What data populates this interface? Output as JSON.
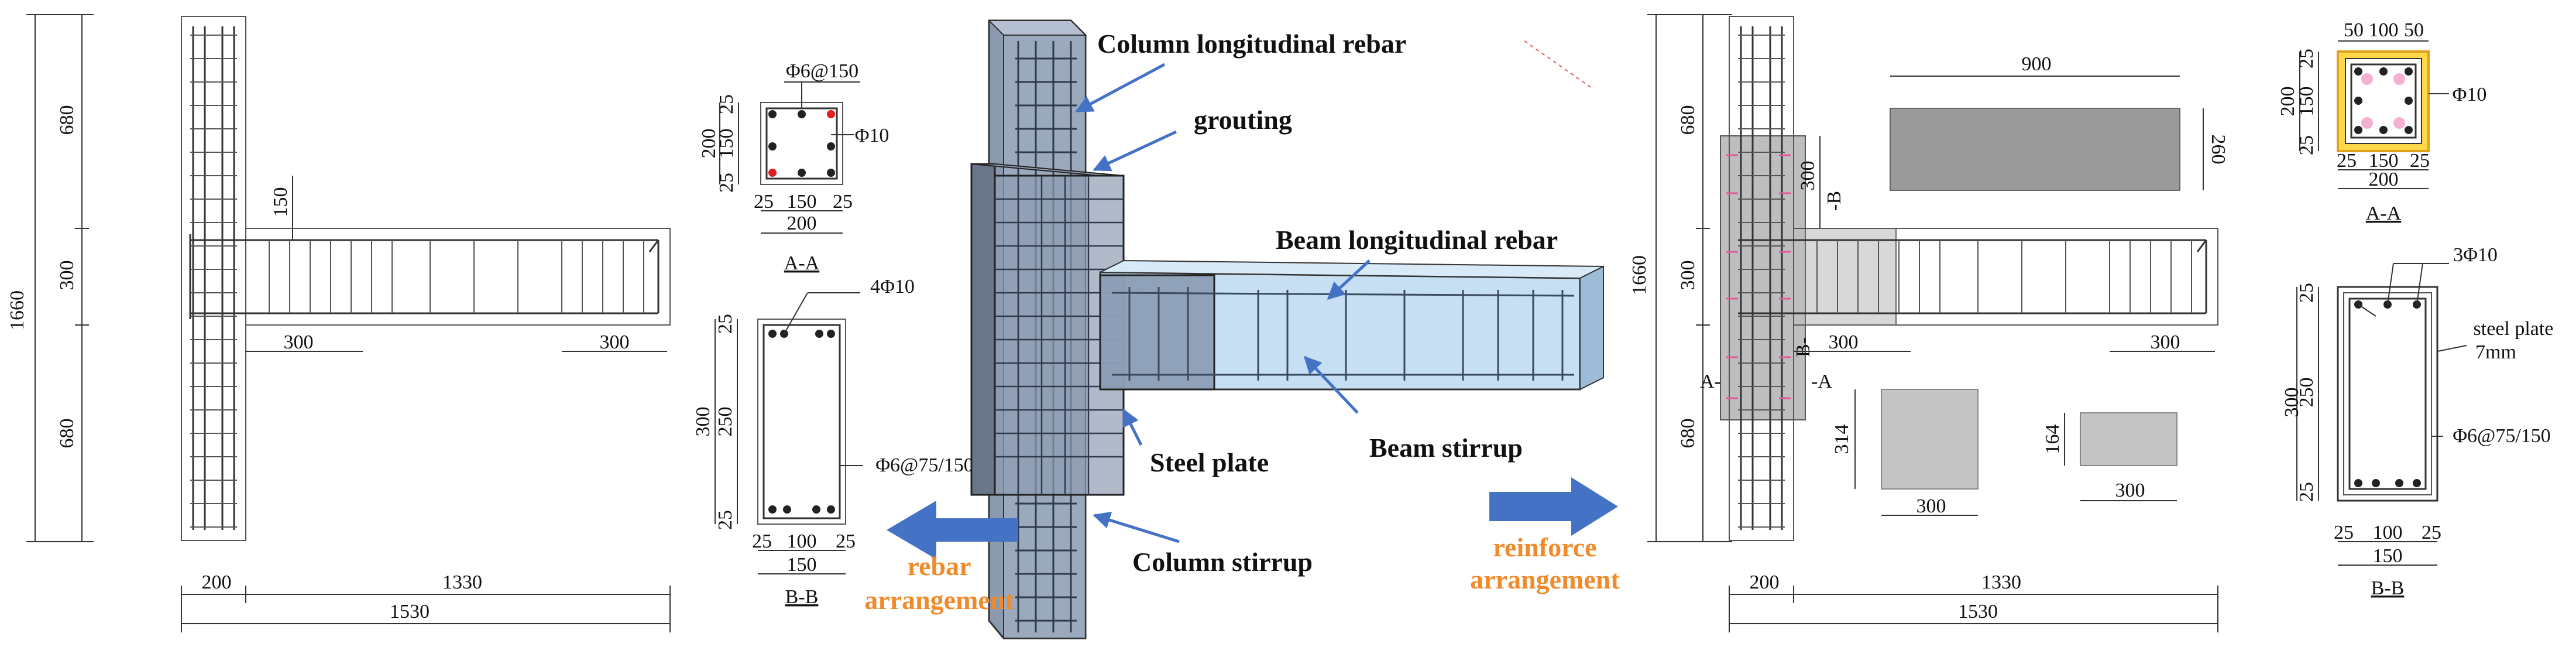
{
  "left": {
    "dims_vertical": [
      "680",
      "300",
      "680"
    ],
    "dim_total_vertical": "1660",
    "dim_150": "150",
    "dims_beam": [
      "300",
      "300"
    ],
    "dims_horizontal": [
      "200",
      "1330"
    ],
    "dim_total_horizontal": "1530"
  },
  "section_aa": {
    "top": "Φ6@150",
    "right": "Φ10",
    "left_dims": [
      "200",
      "25",
      "150",
      "25"
    ],
    "bottom_dims": [
      "25",
      "150",
      "25"
    ],
    "bottom_total": "200",
    "title": "A-A"
  },
  "section_bb": {
    "top": "4Φ10",
    "right": "Φ6@75/150",
    "left_dims": [
      "300",
      "25",
      "250",
      "25"
    ],
    "bottom_dims": [
      "25",
      "100",
      "25"
    ],
    "bottom_total": "150",
    "title": "B-B"
  },
  "center": {
    "callouts": [
      "Column longitudinal rebar",
      "grouting",
      "Beam longitudinal rebar",
      "Steel plate",
      "Beam stirrup",
      "Column stirrup"
    ],
    "arrow_left_label": [
      "rebar",
      "arrangement"
    ],
    "arrow_right_label": [
      "reinforce",
      "arrangement"
    ]
  },
  "right": {
    "dims_vertical": [
      "680",
      "300",
      "680"
    ],
    "dim_total_vertical": "1660",
    "dims_horizontal": [
      "200",
      "1330"
    ],
    "dim_total_horizontal": "1530",
    "dims_beam": [
      "300",
      "300"
    ],
    "dim_plate_height": "300",
    "section_marks": [
      "A-",
      "-A",
      "-B",
      "B-"
    ],
    "plate_top_width": "900",
    "plate_top_height": "260",
    "plate_left_height": "314",
    "plate_left_width": "300",
    "plate_right_height": "164",
    "plate_right_width": "300"
  },
  "right_aa": {
    "top_dims": [
      "50",
      "100",
      "50"
    ],
    "left_dims": [
      "200",
      "25",
      "150",
      "25"
    ],
    "right": "Φ10",
    "bottom_dims": [
      "25",
      "150",
      "25"
    ],
    "bottom_total": "200",
    "title": "A-A"
  },
  "right_bb": {
    "top": "3Φ10",
    "plate_label": [
      "steel plate",
      "7mm"
    ],
    "right": "Φ6@75/150",
    "left_dims": [
      "300",
      "25",
      "250",
      "25"
    ],
    "bottom_dims": [
      "25",
      "100",
      "25"
    ],
    "bottom_total": "150",
    "title": "B-B"
  },
  "colors": {
    "column_fill": "#7f8fa6",
    "beam_fill": "#bcd9f0",
    "arrow": "#4472c4",
    "orange_text": "#f08a2a",
    "plate_gray": "#9a9a9a",
    "plate_yellow": "#ffd84a",
    "plate_orange": "#f0a030"
  }
}
